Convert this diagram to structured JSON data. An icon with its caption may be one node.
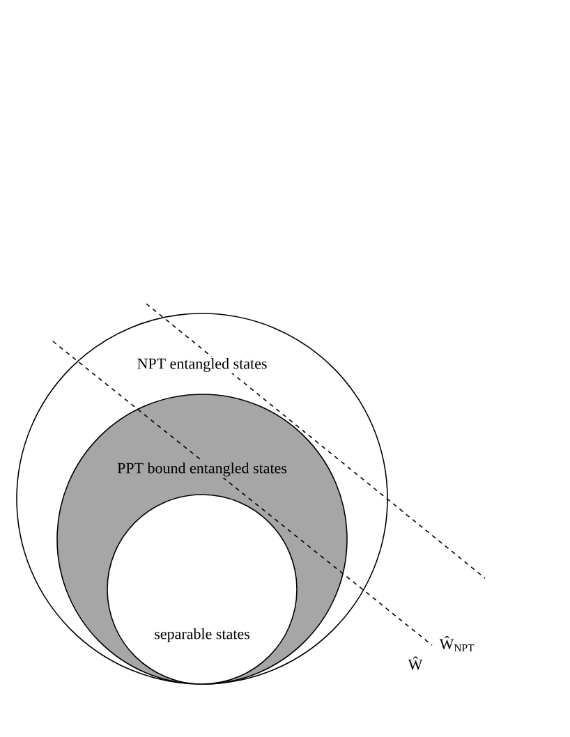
{
  "diagram": {
    "nodes": [
      {
        "text": [
          "NPT entangled states"
        ]
      },
      {
        "text": [
          "PPT bound entangled states"
        ],
        "in": 0
      },
      {
        "text": [
          "separable states"
        ],
        "in": 1
      }
    ],
    "labels": [
      "Ŵ$_{NPT}$",
      "Ŵ"
    ]
  }
}
